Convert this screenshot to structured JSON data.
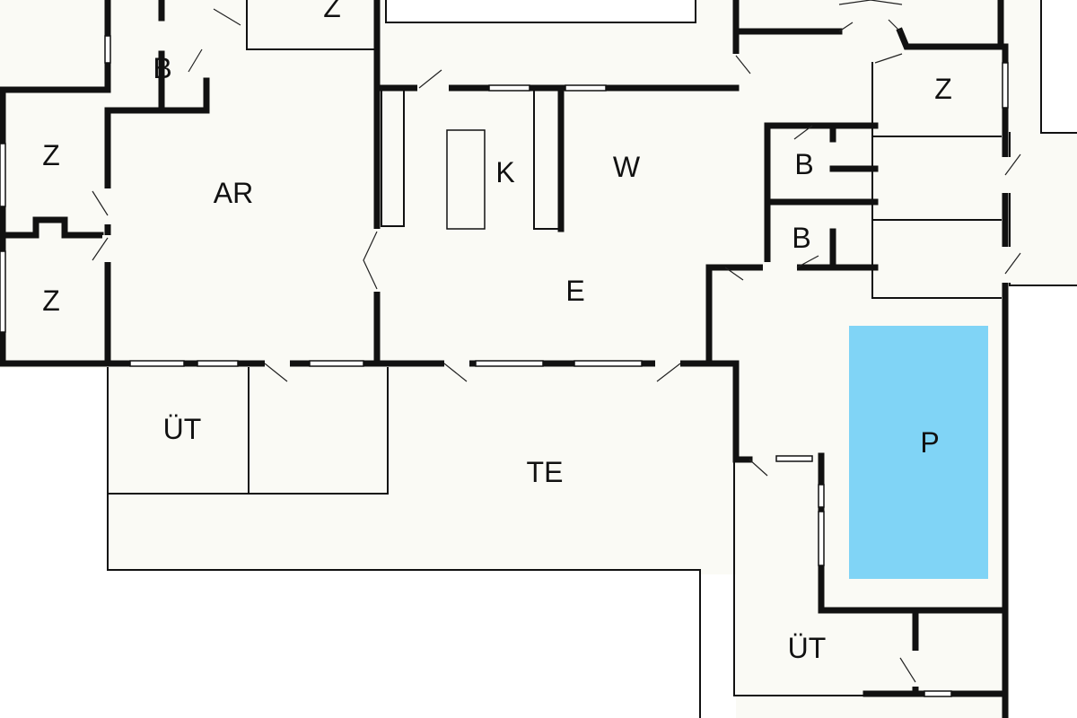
{
  "labels": {
    "z_top": "Z",
    "b_top_left": "B",
    "z_left_upper": "Z",
    "ar": "AR",
    "z_left_lower": "Z",
    "k": "K",
    "w": "W",
    "z_right": "Z",
    "b_right_upper": "B",
    "b_right_lower": "B",
    "e": "E",
    "ut_left": "ÜT",
    "te": "TE",
    "p": "P",
    "ut_right": "ÜT"
  },
  "colors": {
    "pool": "#80d4f6",
    "wall": "#111111",
    "floor": "#fafaf5"
  }
}
